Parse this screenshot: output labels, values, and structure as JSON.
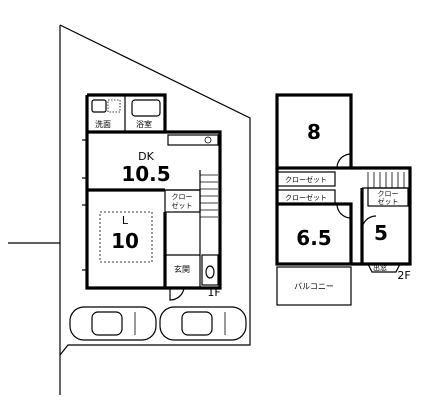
{
  "floor1": {
    "level": "1F",
    "rooms": {
      "wash": "洗面",
      "bath": "浴室",
      "dk_label": "DK",
      "dk_size": "10.5",
      "living_label": "L",
      "living_size": "10",
      "closet_line1": "クロー",
      "closet_line2": "ゼット",
      "entrance": "玄関"
    }
  },
  "floor2": {
    "level": "2F",
    "rooms": {
      "room_a": "8",
      "room_b": "6.5",
      "room_c": "5",
      "closet_a": "クローゼット",
      "closet_b": "クローゼット",
      "closet_c_line1": "クロー",
      "closet_c_line2": "ゼット",
      "balcony": "バルコニー",
      "bay_window": "出窓"
    }
  }
}
